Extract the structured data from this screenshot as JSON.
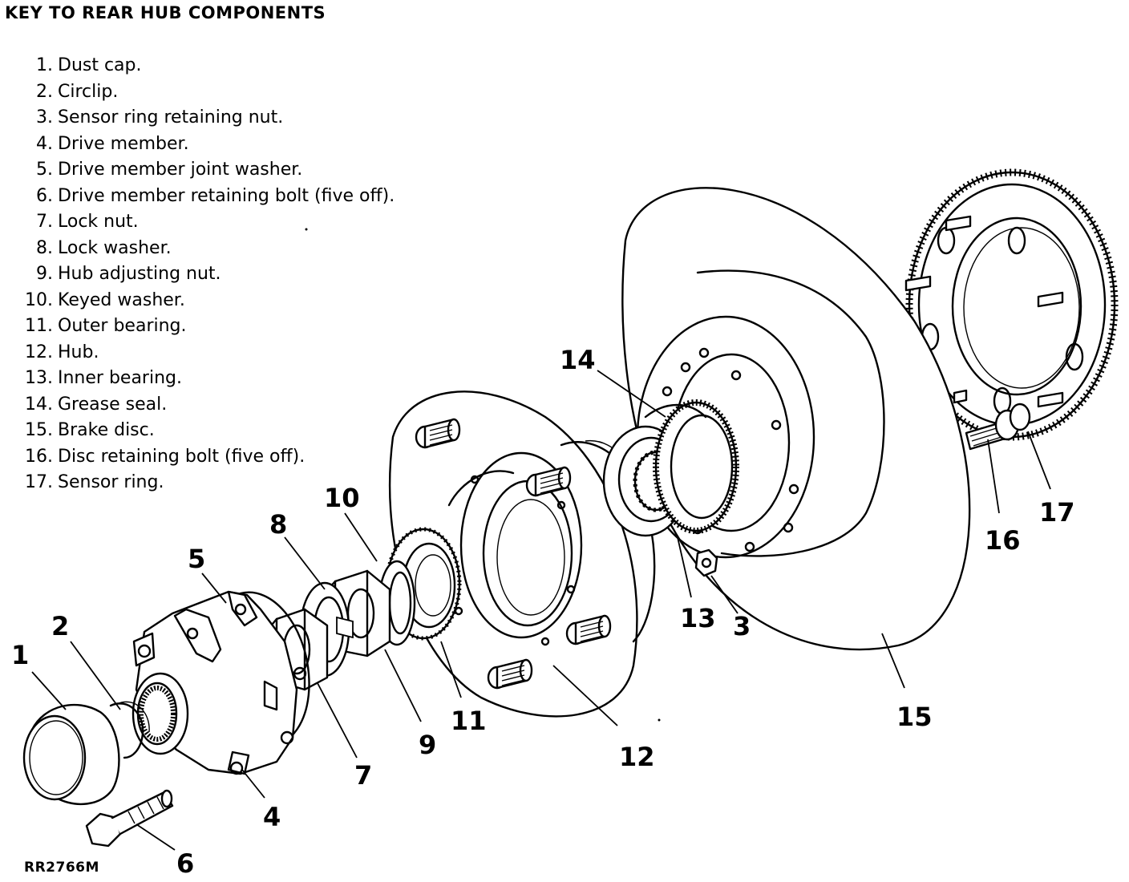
{
  "title": "KEY TO REAR HUB COMPONENTS",
  "key": [
    {
      "number": "1.",
      "text": "Dust cap."
    },
    {
      "number": "2.",
      "text": "Circlip."
    },
    {
      "number": "3.",
      "text": "Sensor ring retaining nut."
    },
    {
      "number": "4.",
      "text": "Drive member."
    },
    {
      "number": "5.",
      "text": "Drive member joint washer."
    },
    {
      "number": "6.",
      "text": "Drive member retaining bolt (five off)."
    },
    {
      "number": "7.",
      "text": "Lock nut."
    },
    {
      "number": "8.",
      "text": "Lock washer."
    },
    {
      "number": "9.",
      "text": "Hub adjusting nut."
    },
    {
      "number": "10.",
      "text": "Keyed washer."
    },
    {
      "number": "11.",
      "text": "Outer bearing."
    },
    {
      "number": "12.",
      "text": "Hub."
    },
    {
      "number": "13.",
      "text": "Inner bearing."
    },
    {
      "number": "14.",
      "text": "Grease seal."
    },
    {
      "number": "15.",
      "text": "Brake disc."
    },
    {
      "number": "16.",
      "text": "Disc retaining bolt (five off)."
    },
    {
      "number": "17.",
      "text": "Sensor ring."
    }
  ],
  "callouts": {
    "c1": "1",
    "c2": "2",
    "c3": "3",
    "c4": "4",
    "c5": "5",
    "c6": "6",
    "c7": "7",
    "c8": "8",
    "c9": "9",
    "c10": "10",
    "c11": "11",
    "c12": "12",
    "c13": "13",
    "c14": "14",
    "c15": "15",
    "c16": "16",
    "c17": "17"
  },
  "figure_code": "RR2766M"
}
